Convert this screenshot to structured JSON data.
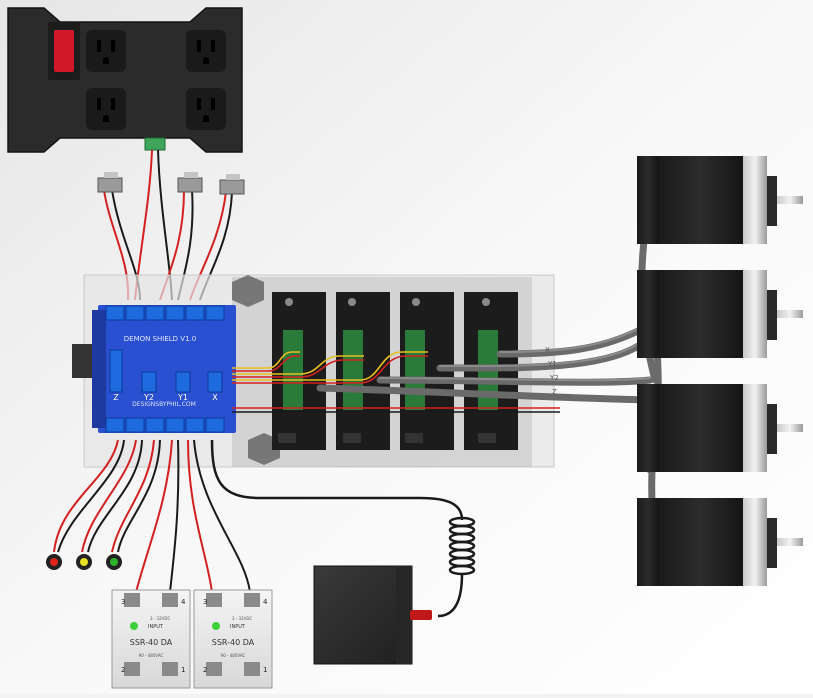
{
  "board": {
    "title": "DEMON SHIELD V1.0",
    "website": "DESIGNSBYPHIL.COM",
    "axis_labels": [
      "Z",
      "Y2",
      "Y1",
      "X"
    ]
  },
  "relays": [
    {
      "model": "SSR-40 DA",
      "input_label": "INPUT",
      "input_range": "3 - 32VDC",
      "load_range": "90 - 480VAC",
      "pins": [
        "3",
        "4",
        "2",
        "1"
      ]
    },
    {
      "model": "SSR-40 DA",
      "input_label": "INPUT",
      "input_range": "3 - 32VDC",
      "load_range": "90 - 480VAC",
      "pins": [
        "3",
        "4",
        "2",
        "1"
      ]
    }
  ],
  "motor_labels": [
    "X",
    "Y1",
    "Y2",
    "Z"
  ],
  "indicator_colors": [
    "#e0241b",
    "#e8e020",
    "#2bb52b"
  ],
  "colors": {
    "board_blue": "#2a4fd0",
    "terminal_blue": "#1e6be0",
    "outlet_box": "#2e2e2e",
    "outlet_switch": "#d0182a",
    "driver_heatsink": "#2a7a3a",
    "cable_gray": "#6a6a6a",
    "wire_red": "#d42020",
    "wire_black": "#1a1a1a"
  },
  "icons": [
    "outlet-icon",
    "limit-switch-icon",
    "stepper-motor-icon",
    "power-supply-icon",
    "led-icon",
    "relay-icon"
  ]
}
